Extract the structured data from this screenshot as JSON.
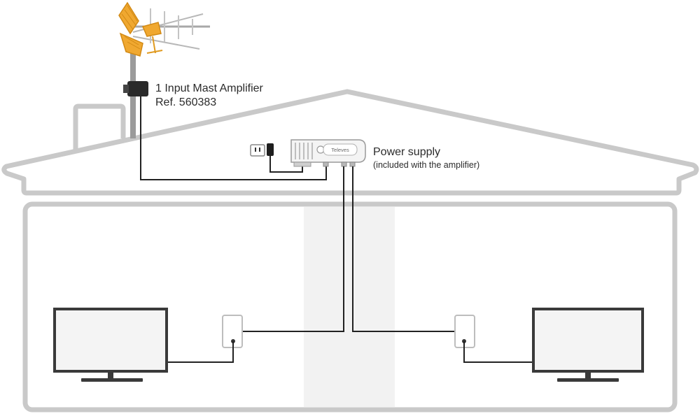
{
  "amplifier": {
    "title": "1 Input Mast Amplifier",
    "ref": "Ref. 560383"
  },
  "power_supply": {
    "title": "Power supply",
    "note": "(included with the amplifier)",
    "brand": "Televes"
  },
  "colors": {
    "outline": "#c9c9c9",
    "cable": "#222222",
    "antenna_accent": "#f0a830",
    "riser_fill": "#f2f2f2",
    "amplifier_body": "#2a2a2a"
  }
}
